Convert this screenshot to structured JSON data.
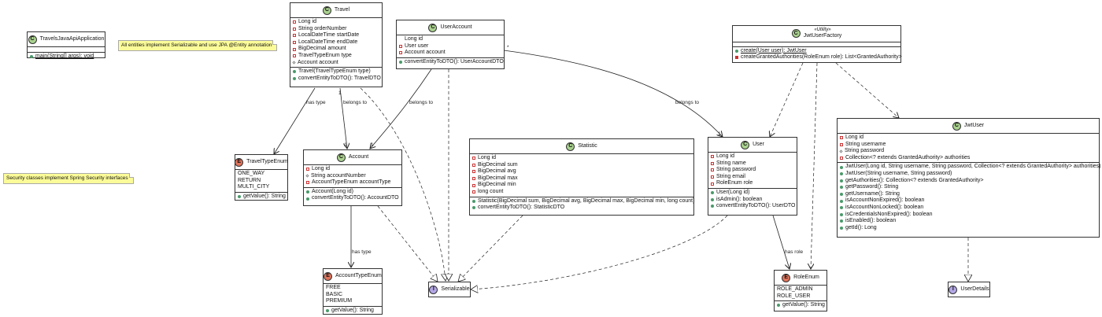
{
  "notes": {
    "serializable": "All entities implement Serializable and use JPA @Entity annotation",
    "security": "Security classes implement Spring Security interfaces"
  },
  "classes": {
    "travels_app": {
      "badge": "C",
      "name": "TravelsJavaApiApplication",
      "methods": [
        "main(String[] args): void"
      ]
    },
    "travel": {
      "badge": "C",
      "name": "Travel",
      "fields": [
        "Long id",
        "String orderNumber",
        "LocalDateTime startDate",
        "LocalDateTime endDate",
        "BigDecimal amount",
        "TravelTypeEnum type",
        "Account account"
      ],
      "methods": [
        "Travel(TravelTypeEnum type)",
        "convertEntityToDTO(): TravelDTO"
      ]
    },
    "user_account": {
      "badge": "C",
      "name": "UserAccount",
      "fields": [
        "Long id",
        "User user",
        "Account account"
      ],
      "methods": [
        "convertEntityToDTO(): UserAccountDTO"
      ]
    },
    "jwt_factory": {
      "badge": "C",
      "stereotype": "«Utility»",
      "name": "JwtUserFactory",
      "methods": [
        "create(User user): JwtUser",
        "createGrantedAuthorities(RoleEnum role): List<GrantedAuthority>"
      ]
    },
    "travel_type_enum": {
      "badge": "E",
      "name": "TravelTypeEnum",
      "constants": [
        "ONE_WAY",
        "RETURN",
        "MULTI_CITY"
      ],
      "methods": [
        "getValue(): String"
      ]
    },
    "account": {
      "badge": "C",
      "name": "Account",
      "fields": [
        "Long id",
        "String accountNumber",
        "AccountTypeEnum accountType"
      ],
      "methods": [
        "Account(Long id)",
        "convertEntityToDTO(): AccountDTO"
      ]
    },
    "statistic": {
      "badge": "C",
      "name": "Statistic",
      "fields": [
        "Long id",
        "BigDecimal sum",
        "BigDecimal avg",
        "BigDecimal max",
        "BigDecimal min",
        "long count"
      ],
      "methods": [
        "Statistic(BigDecimal sum, BigDecimal avg, BigDecimal max, BigDecimal min, long count)",
        "convertEntityToDTO(): StatisticDTO"
      ]
    },
    "user": {
      "badge": "C",
      "name": "User",
      "fields": [
        "Long id",
        "String name",
        "String password",
        "String email",
        "RoleEnum role"
      ],
      "methods": [
        "User(Long id)",
        "isAdmin(): boolean",
        "convertEntityToDTO(): UserDTO"
      ]
    },
    "jwt_user": {
      "badge": "C",
      "name": "JwtUser",
      "fields": [
        "Long id",
        "String username",
        "String password",
        "Collection<? extends GrantedAuthority> authorities"
      ],
      "methods": [
        "JwtUser(Long id, String username, String password, Collection<? extends GrantedAuthority> authorities)",
        "JwtUser(String username, String password)",
        "getAuthorities(): Collection<? extends GrantedAuthority>",
        "getPassword(): String",
        "getUsername(): String",
        "isAccountNonExpired(): boolean",
        "isAccountNonLocked(): boolean",
        "isCredentialsNonExpired(): boolean",
        "isEnabled(): boolean",
        "getId(): Long"
      ]
    },
    "account_type_enum": {
      "badge": "E",
      "name": "AccountTypeEnum",
      "constants": [
        "FREE",
        "BASIC",
        "PREMIUM"
      ],
      "methods": [
        "getValue(): String"
      ]
    },
    "serializable": {
      "badge": "I",
      "name": "Serializable"
    },
    "role_enum": {
      "badge": "E",
      "name": "RoleEnum",
      "constants": [
        "ROLE_ADMIN",
        "ROLE_USER"
      ],
      "methods": [
        "getValue(): String"
      ]
    },
    "user_details": {
      "badge": "I",
      "name": "UserDetails"
    }
  },
  "edges": {
    "has_type": "has type",
    "belongs_to_a": "belongs to",
    "belongs_to_b": "belongs to",
    "belongs_to_c": "belongs to",
    "has_type_account": "has type",
    "has_role": "has role",
    "mult_1": "1",
    "mult_star": "*"
  }
}
